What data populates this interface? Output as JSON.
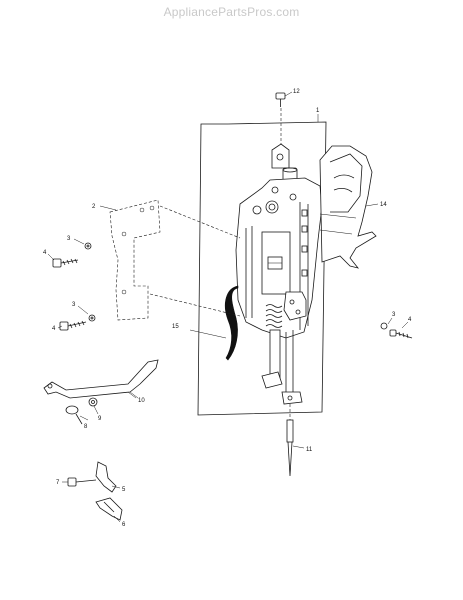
{
  "watermark": "AppliancePartsPros.com",
  "callouts": {
    "c1": "1",
    "c2": "2",
    "c3a": "3",
    "c3b": "3",
    "c3c": "3",
    "c4a": "4",
    "c4b": "4",
    "c4c": "4",
    "c5": "5",
    "c6": "6",
    "c7": "7",
    "c8": "8",
    "c9": "9",
    "c10": "10",
    "c11": "11",
    "c12": "12",
    "c14": "14",
    "c15": "15"
  }
}
